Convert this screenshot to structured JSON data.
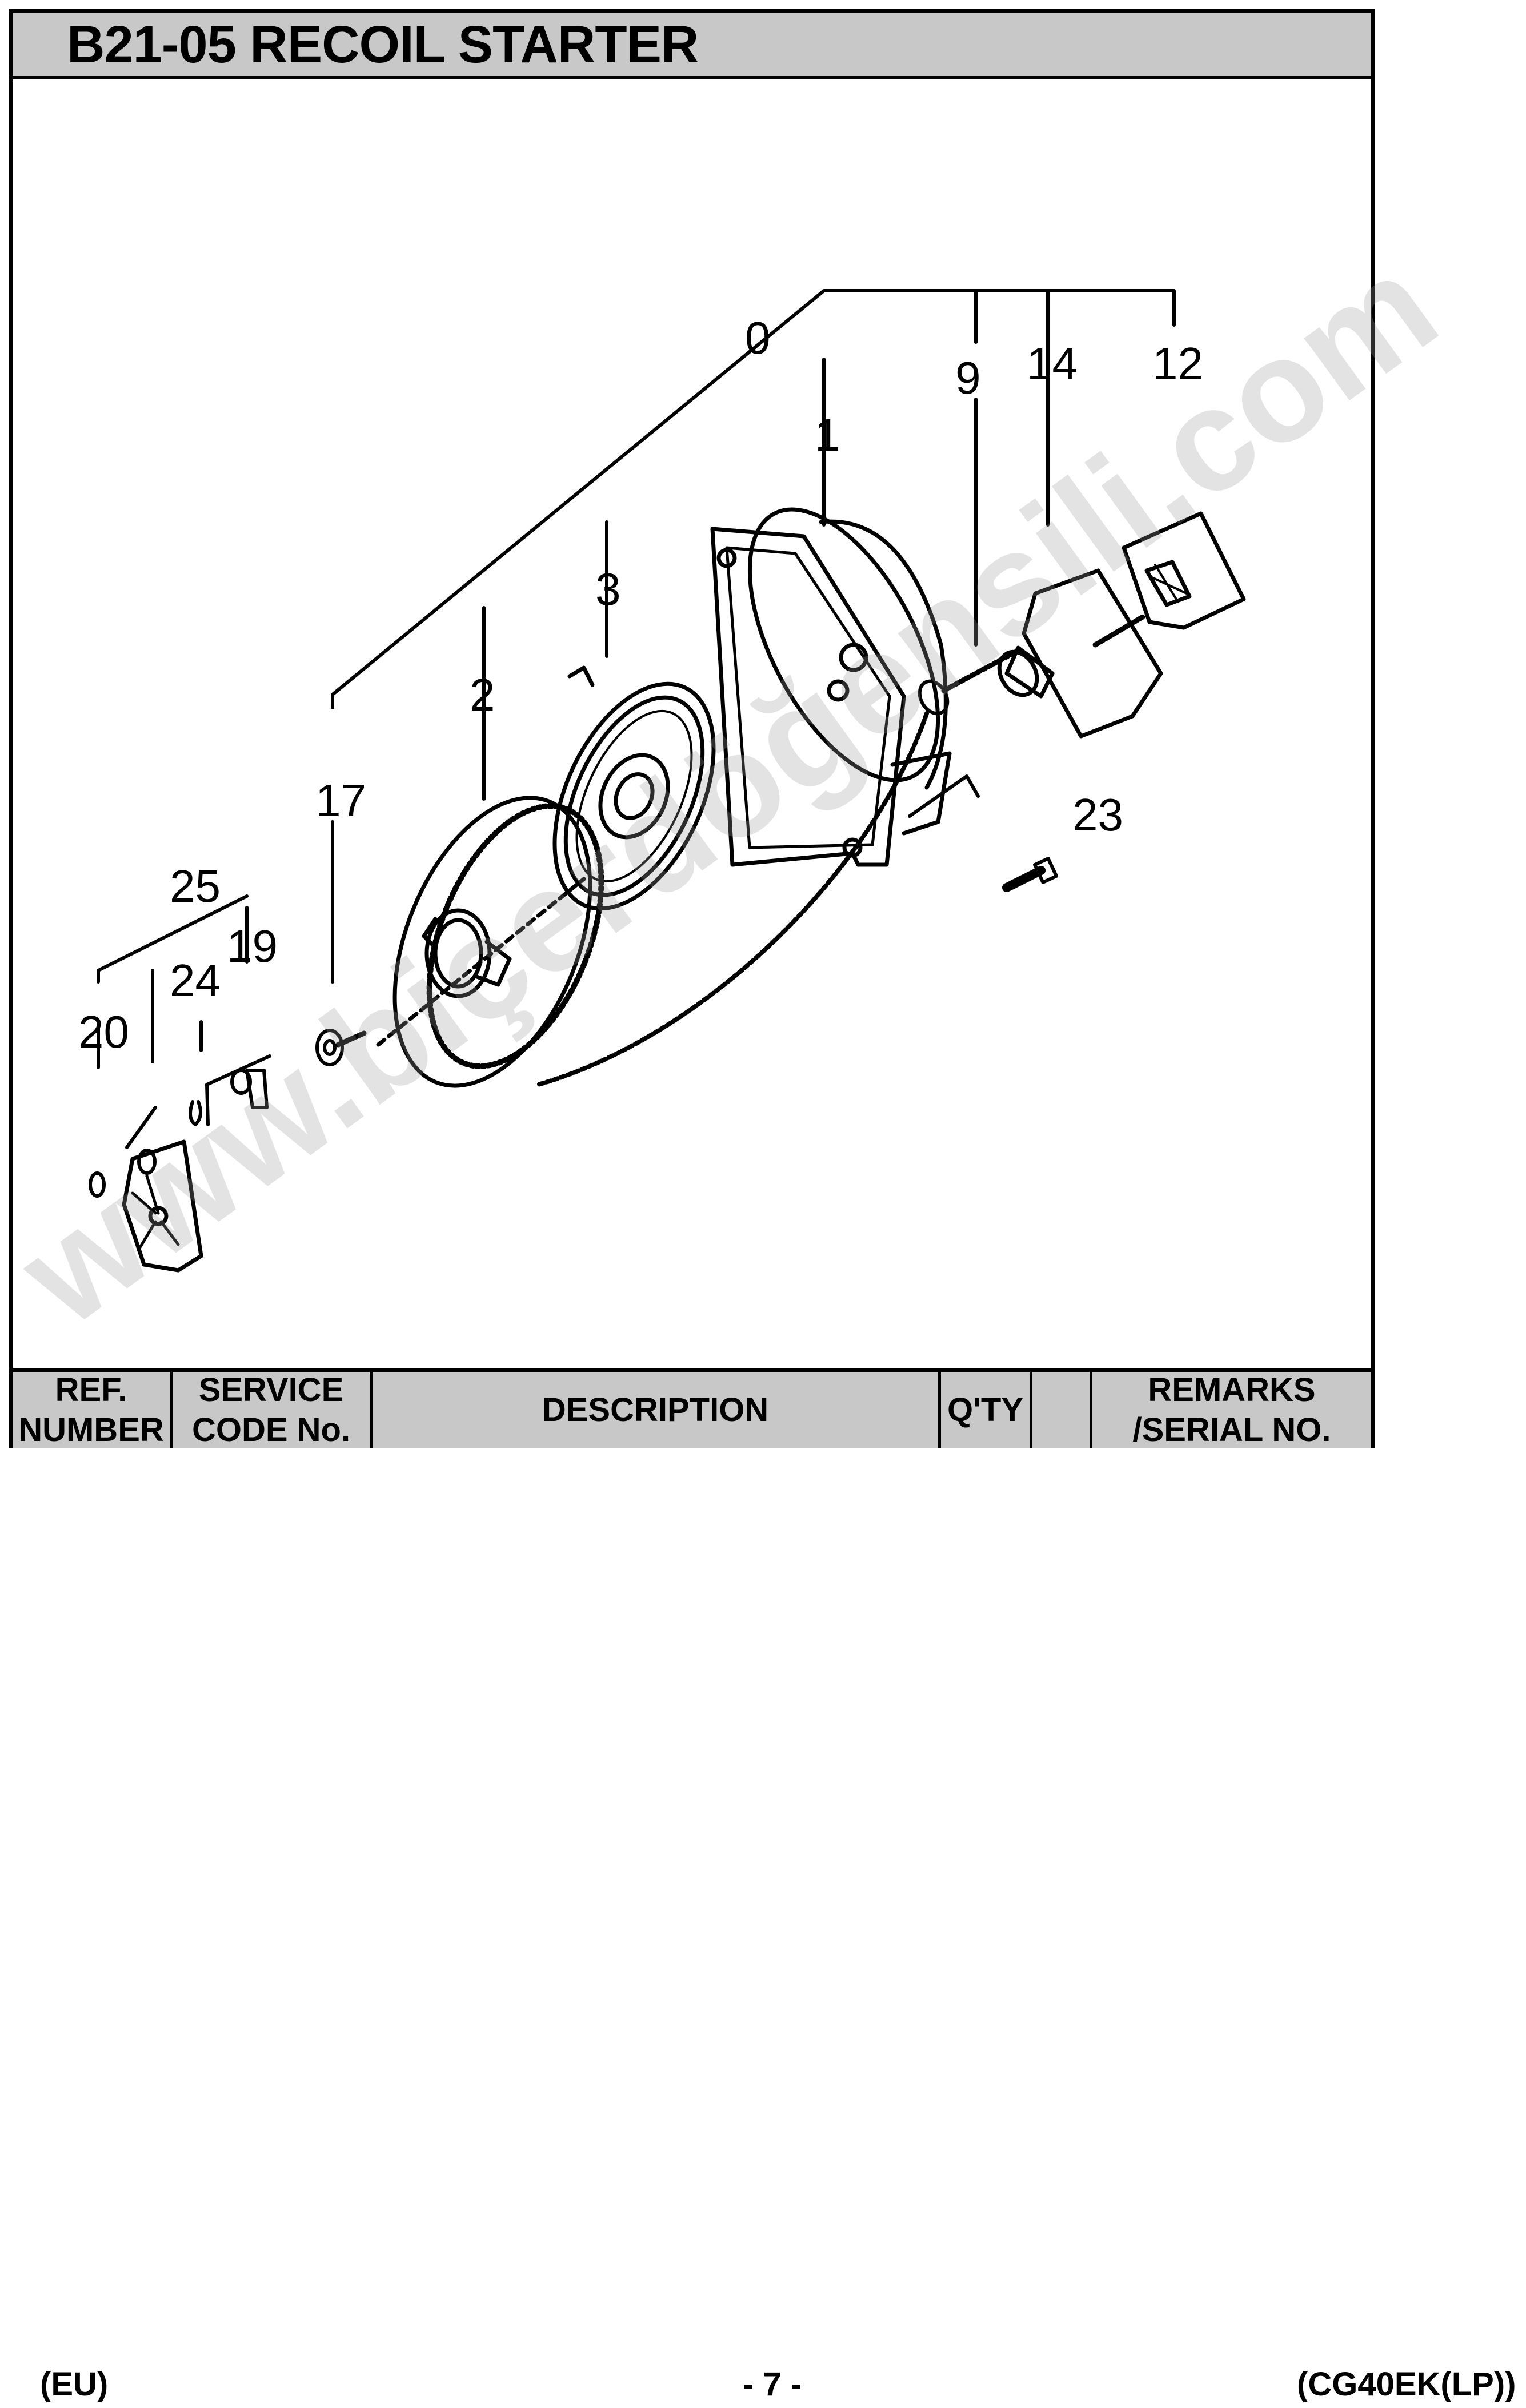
{
  "page": {
    "title": "B21-05 RECOIL STARTER"
  },
  "diagram": {
    "callouts": [
      "0",
      "1",
      "2",
      "3",
      "9",
      "12",
      "14",
      "17",
      "19",
      "20",
      "23",
      "24",
      "25"
    ]
  },
  "table": {
    "ref_line1": "REF.",
    "ref_line2": "NUMBER",
    "service_line1": "SERVICE",
    "service_line2": "CODE No.",
    "description": "DESCRIPTION",
    "qty": "Q'TY",
    "blank": "",
    "remarks_line1": "REMARKS",
    "remarks_line2": "/SERIAL NO."
  },
  "footer": {
    "left": "(EU)",
    "center": "- 7 -",
    "right": "(CG40EK(LP))"
  },
  "watermark": {
    "text": "www.biçerdöğensili.com"
  }
}
